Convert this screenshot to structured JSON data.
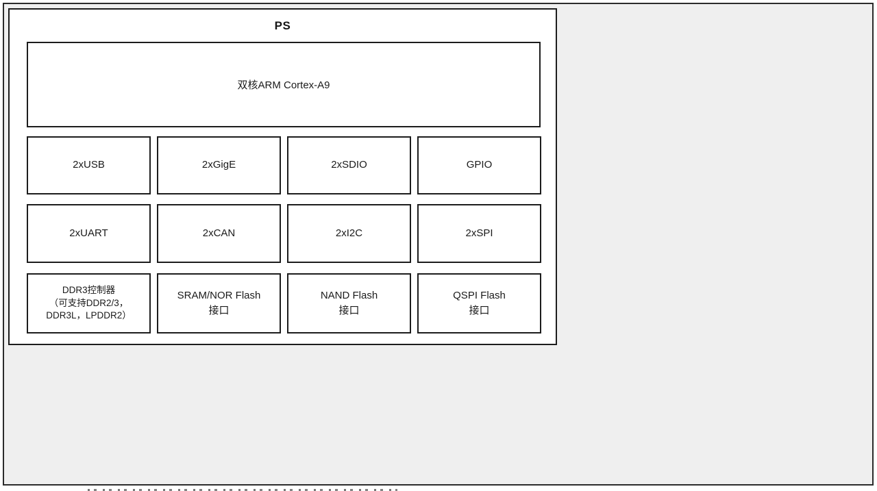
{
  "colors": {
    "canvas_background": "#efefef",
    "box_background": "#ffffff",
    "line": "#1c1c1c",
    "text": "#1a1a1a"
  },
  "ps": {
    "title": "PS",
    "cpu": "双核ARM Cortex-A9",
    "row1": [
      "2xUSB",
      "2xGigE",
      "2xSDIO",
      "GPIO"
    ],
    "row2": [
      "2xUART",
      "2xCAN",
      "2xI2C",
      "2xSPI"
    ],
    "row3": [
      "DDR3控制器\n（可支持DDR2/3，\nDDR3L，LPDDR2）",
      "SRAM/NOR Flash\n接口",
      "NAND Flash\n接口",
      "QSPI Flash\n接口"
    ]
  }
}
